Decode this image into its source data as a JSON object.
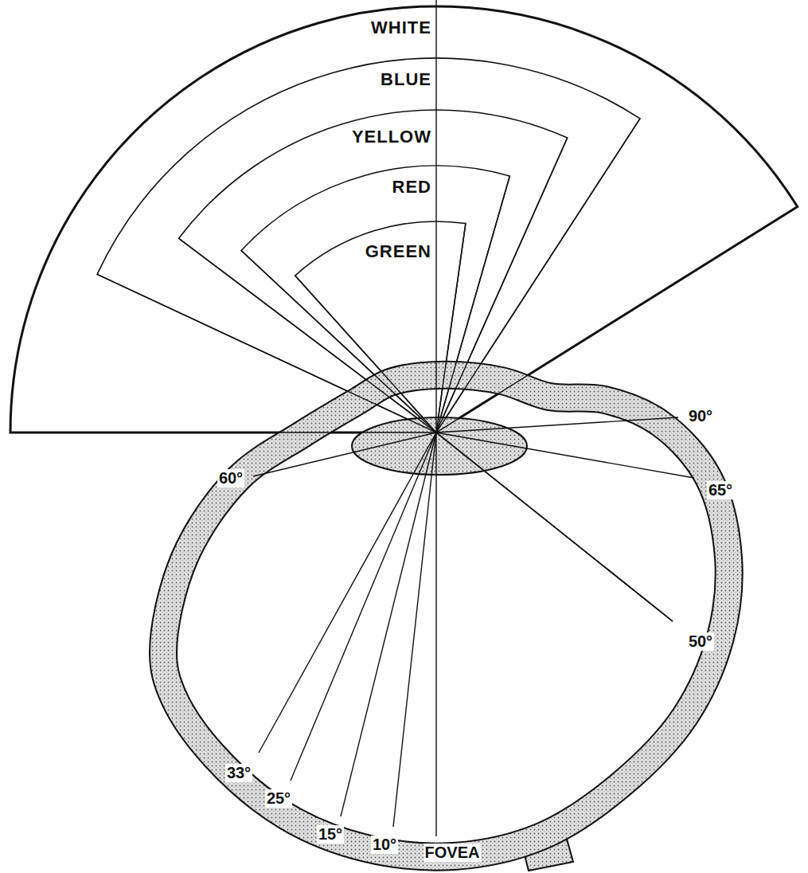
{
  "diagram": {
    "labels": [
      "WHITE",
      "BLUE",
      "YELLOW",
      "RED",
      "GREEN",
      "90°",
      "65°",
      "50°",
      "60°",
      "33°",
      "25°",
      "15°",
      "10°",
      "FOVEA"
    ]
  }
}
